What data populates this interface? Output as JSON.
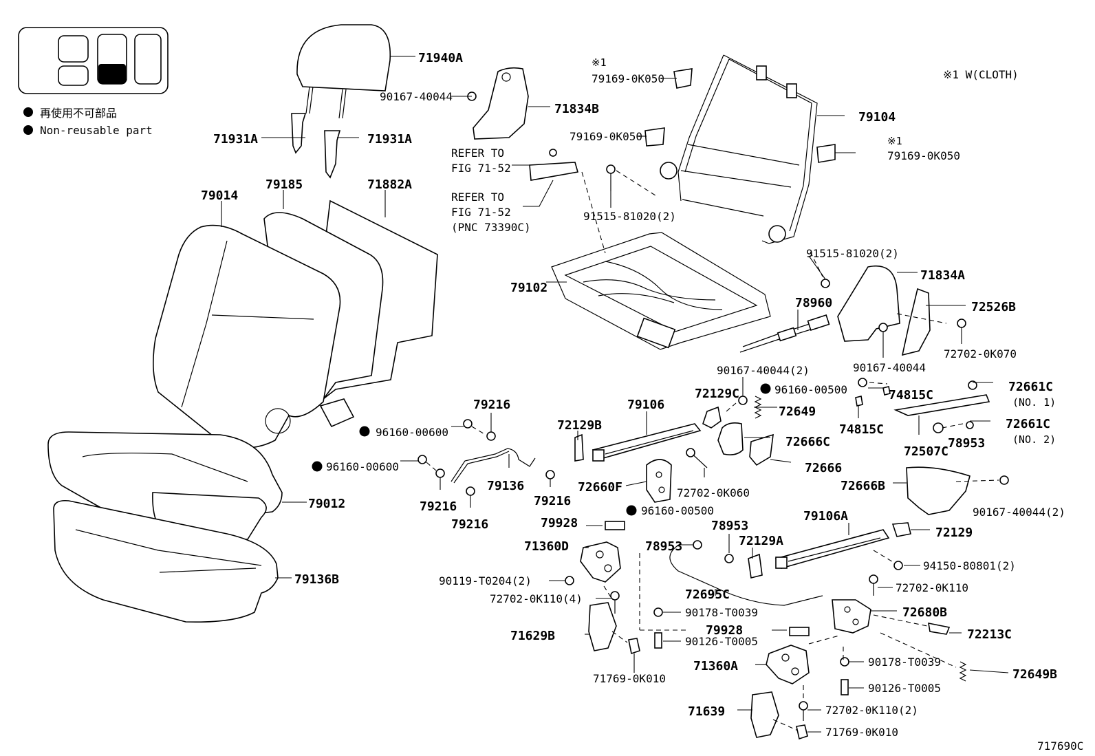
{
  "legend": {
    "jp": "再使用不可部品",
    "en": "Non-reusable part"
  },
  "note": "※1 W(CLOTH)",
  "figure_id": "717690C",
  "parts": {
    "p71940A": "71940A",
    "p90167_40044_a": "90167-40044",
    "p71834B": "71834B",
    "p71931A_l": "71931A",
    "p71931A_r": "71931A",
    "p79014": "79014",
    "p79185": "79185",
    "p71882A": "71882A",
    "p79012": "79012",
    "p79136B": "79136B",
    "star1_a": "※1",
    "p79169_a": "79169-0K050",
    "p79169_b": "79169-0K050",
    "star1_c": "※1",
    "p79169_c": "79169-0K050",
    "p79104": "79104",
    "refer1_a": "REFER TO",
    "refer1_b": "FIG 71-52",
    "refer2_a": "REFER TO",
    "refer2_b": "FIG 71-52",
    "refer2_c": "(PNC 73390C)",
    "p91515_a": "91515-81020(2)",
    "p91515_b": "91515-81020(2)",
    "p79102": "79102",
    "p78960": "78960",
    "p71834A": "71834A",
    "p72526B": "72526B",
    "p90167_40044_b": "90167-40044",
    "p72702_0K070": "72702-0K070",
    "p90167_40044_2a": "90167-40044(2)",
    "p96160_00500_a": "96160-00500",
    "p74815C_a": "74815C",
    "p72661C_1": "72661C",
    "no1": "(NO. 1)",
    "p72661C_2": "72661C",
    "no2": "(NO. 2)",
    "p74815C_b": "74815C",
    "p72507C": "72507C",
    "p78953_a": "78953",
    "p72129C": "72129C",
    "p72649": "72649",
    "p72666C": "72666C",
    "p72666": "72666",
    "p79216_a": "79216",
    "p96160_00600_a": "96160-00600",
    "p79106": "79106",
    "p72129B": "72129B",
    "p96160_00600_b": "96160-00600",
    "p79136": "79136",
    "p79216_b": "79216",
    "p79216_c": "79216",
    "p79216_d": "79216",
    "p72660F": "72660F",
    "p72702_0K060": "72702-0K060",
    "p96160_00500_b": "96160-00500",
    "p72666B": "72666B",
    "p90167_40044_2b": "90167-40044(2)",
    "p79928_a": "79928",
    "p78953_b": "78953",
    "p78953_c": "78953",
    "p71360D": "71360D",
    "p72129A": "72129A",
    "p79106A": "79106A",
    "p72129": "72129",
    "p94150": "94150-80801(2)",
    "p90119": "90119-T0204(2)",
    "p72702_0K110_a": "72702-0K110",
    "p72702_0K110_4": "72702-0K110(4)",
    "p72695C": "72695C",
    "p72680B": "72680B",
    "p90178_a": "90178-T0039",
    "p79928_b": "79928",
    "p72213C": "72213C",
    "p71629B": "71629B",
    "p90126_a": "90126-T0005",
    "p90178_b": "90178-T0039",
    "p71360A": "71360A",
    "p72649B": "72649B",
    "p90126_b": "90126-T0005",
    "p71769_a": "71769-0K010",
    "p71639": "71639",
    "p72702_0K110_2": "72702-0K110(2)",
    "p71769_b": "71769-0K010"
  }
}
